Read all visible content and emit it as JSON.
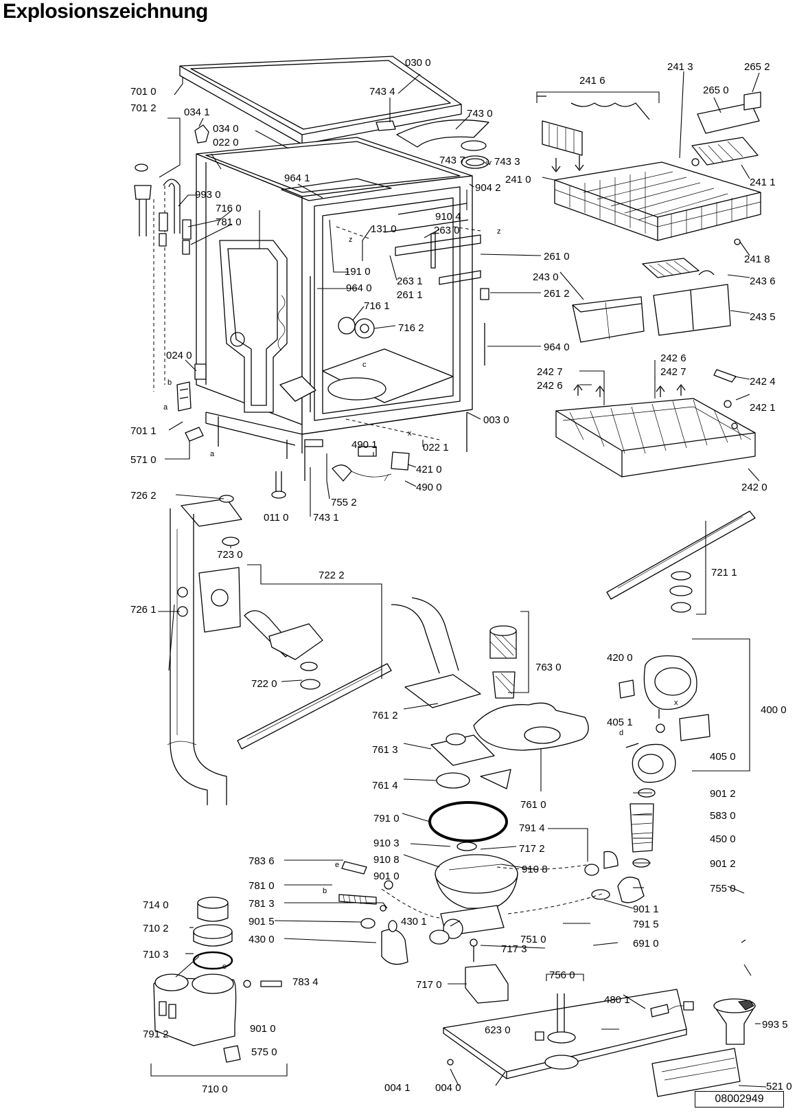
{
  "title": "Explosionszeichnung",
  "document_number": "08002949",
  "parts": [
    {
      "id": "030-0",
      "label": "030 0"
    },
    {
      "id": "743-4",
      "label": "743 4"
    },
    {
      "id": "743-0",
      "label": "743 0"
    },
    {
      "id": "701-0",
      "label": "701 0"
    },
    {
      "id": "701-2",
      "label": "701 2"
    },
    {
      "id": "034-1",
      "label": "034 1"
    },
    {
      "id": "034-0",
      "label": "034 0"
    },
    {
      "id": "022-0",
      "label": "022 0"
    },
    {
      "id": "743-7",
      "label": "743 7"
    },
    {
      "id": "743-3",
      "label": "743 3"
    },
    {
      "id": "964-1a",
      "label": "964 1"
    },
    {
      "id": "904-2",
      "label": "904 2"
    },
    {
      "id": "993-0",
      "label": "993 0"
    },
    {
      "id": "716-0",
      "label": "716 0"
    },
    {
      "id": "781-0a",
      "label": "781 0"
    },
    {
      "id": "910-4",
      "label": "910 4"
    },
    {
      "id": "131-0",
      "label": "131 0"
    },
    {
      "id": "263-0",
      "label": "263 0"
    },
    {
      "id": "261-0",
      "label": "261 0"
    },
    {
      "id": "191-0",
      "label": "191 0"
    },
    {
      "id": "263-1",
      "label": "263 1"
    },
    {
      "id": "964-0a",
      "label": "964 0"
    },
    {
      "id": "261-1",
      "label": "261 1"
    },
    {
      "id": "261-2",
      "label": "261 2"
    },
    {
      "id": "716-1",
      "label": "716 1"
    },
    {
      "id": "716-2",
      "label": "716 2"
    },
    {
      "id": "964-0b",
      "label": "964 0"
    },
    {
      "id": "024-0",
      "label": "024 0"
    },
    {
      "id": "003-0",
      "label": "003 0"
    },
    {
      "id": "701-1",
      "label": "701 1"
    },
    {
      "id": "571-0",
      "label": "571 0"
    },
    {
      "id": "022-1",
      "label": "022 1"
    },
    {
      "id": "490-1",
      "label": "490 1"
    },
    {
      "id": "421-0",
      "label": "421 0"
    },
    {
      "id": "490-0",
      "label": "490 0"
    },
    {
      "id": "755-2",
      "label": "755 2"
    },
    {
      "id": "011-0",
      "label": "011 0"
    },
    {
      "id": "743-1",
      "label": "743 1"
    },
    {
      "id": "241-6",
      "label": "241 6"
    },
    {
      "id": "241-3",
      "label": "241 3"
    },
    {
      "id": "265-2",
      "label": "265 2"
    },
    {
      "id": "265-0",
      "label": "265 0"
    },
    {
      "id": "241-0",
      "label": "241 0"
    },
    {
      "id": "241-1",
      "label": "241 1"
    },
    {
      "id": "241-8",
      "label": "241 8"
    },
    {
      "id": "243-0",
      "label": "243 0"
    },
    {
      "id": "243-6",
      "label": "243 6"
    },
    {
      "id": "243-5",
      "label": "243 5"
    },
    {
      "id": "242-6a",
      "label": "242 6"
    },
    {
      "id": "242-7a",
      "label": "242 7"
    },
    {
      "id": "242-7b",
      "label": "242 7"
    },
    {
      "id": "242-6b",
      "label": "242 6"
    },
    {
      "id": "242-4",
      "label": "242 4"
    },
    {
      "id": "242-1",
      "label": "242 1"
    },
    {
      "id": "242-0",
      "label": "242 0"
    },
    {
      "id": "726-2",
      "label": "726 2"
    },
    {
      "id": "723-0",
      "label": "723 0"
    },
    {
      "id": "722-2",
      "label": "722 2"
    },
    {
      "id": "726-1",
      "label": "726 1"
    },
    {
      "id": "722-0",
      "label": "722 0"
    },
    {
      "id": "721-1",
      "label": "721 1"
    },
    {
      "id": "763-0",
      "label": "763 0"
    },
    {
      "id": "420-0",
      "label": "420 0"
    },
    {
      "id": "400-0",
      "label": "400 0"
    },
    {
      "id": "761-2",
      "label": "761 2"
    },
    {
      "id": "405-1",
      "label": "405 1"
    },
    {
      "id": "761-3",
      "label": "761 3"
    },
    {
      "id": "405-0",
      "label": "405 0"
    },
    {
      "id": "761-4",
      "label": "761 4"
    },
    {
      "id": "761-0",
      "label": "761 0"
    },
    {
      "id": "901-2a",
      "label": "901 2"
    },
    {
      "id": "791-0",
      "label": "791 0"
    },
    {
      "id": "583-0",
      "label": "583 0"
    },
    {
      "id": "791-4",
      "label": "791 4"
    },
    {
      "id": "450-0",
      "label": "450 0"
    },
    {
      "id": "910-3",
      "label": "910 3"
    },
    {
      "id": "717-2",
      "label": "717 2"
    },
    {
      "id": "910-8a",
      "label": "910 8"
    },
    {
      "id": "910-8b",
      "label": "910 8"
    },
    {
      "id": "901-2b",
      "label": "901 2"
    },
    {
      "id": "783-6",
      "label": "783 6"
    },
    {
      "id": "901-0a",
      "label": "901 0"
    },
    {
      "id": "755-0",
      "label": "755 0"
    },
    {
      "id": "781-0b",
      "label": "781 0"
    },
    {
      "id": "901-1",
      "label": "901 1"
    },
    {
      "id": "714-0",
      "label": "714 0"
    },
    {
      "id": "781-3",
      "label": "781 3"
    },
    {
      "id": "430-1",
      "label": "430 1"
    },
    {
      "id": "791-5",
      "label": "791 5"
    },
    {
      "id": "710-2",
      "label": "710 2"
    },
    {
      "id": "901-5",
      "label": "901 5"
    },
    {
      "id": "751-0",
      "label": "751 0"
    },
    {
      "id": "691-0",
      "label": "691 0"
    },
    {
      "id": "430-0",
      "label": "430 0"
    },
    {
      "id": "710-3",
      "label": "710 3"
    },
    {
      "id": "717-3",
      "label": "717 3"
    },
    {
      "id": "756-0",
      "label": "756 0"
    },
    {
      "id": "783-4",
      "label": "783 4"
    },
    {
      "id": "717-0",
      "label": "717 0"
    },
    {
      "id": "480-1",
      "label": "480 1"
    },
    {
      "id": "993-5",
      "label": "993 5"
    },
    {
      "id": "901-0b",
      "label": "901 0"
    },
    {
      "id": "791-2",
      "label": "791 2"
    },
    {
      "id": "623-0",
      "label": "623 0"
    },
    {
      "id": "575-0",
      "label": "575 0"
    },
    {
      "id": "521-0",
      "label": "521 0"
    },
    {
      "id": "004-1",
      "label": "004 1"
    },
    {
      "id": "004-0",
      "label": "004 0"
    },
    {
      "id": "710-0",
      "label": "710 0"
    }
  ],
  "connection_letters": {
    "z": "z",
    "c": "c",
    "b": "b",
    "a": "a",
    "x": "x",
    "d": "d",
    "e": "e",
    "iv": "iv"
  }
}
